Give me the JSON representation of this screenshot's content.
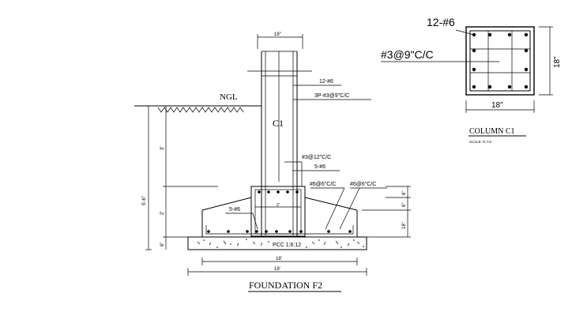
{
  "foundation": {
    "title": "FOUNDATION F2",
    "ngl": "NGL",
    "column_mark": "C1",
    "col_width": "18\"",
    "col_bars": "12-#6",
    "col_ties": "3P-#3@9\"C/C",
    "pedestal_ties": "#3@12\"C/C",
    "pedestal_bars": "5-#6",
    "footing_bars": "5-#6",
    "mesh_left": "#6@6\"C/C",
    "mesh_right": "#6@6\"C/C",
    "pcc": "PCC  1:6:12",
    "dim_total_height": "5'-6\"",
    "dim_upper": "3'",
    "dim_lower": "2'",
    "dim_pcc": "6\"",
    "dim_pedestal_height": "2'",
    "dim_r1": "6\"",
    "dim_r2": "6\"",
    "dim_r3": "18\"",
    "dim_footing_width": "18'",
    "dim_pcc_width": "19'"
  },
  "column_section": {
    "title": "COLUMN C1",
    "scale": "SCALE:   N.T.S",
    "bars": "12-#6",
    "ties": "#3@9\"C/C",
    "width": "18\"",
    "depth": "18\""
  }
}
